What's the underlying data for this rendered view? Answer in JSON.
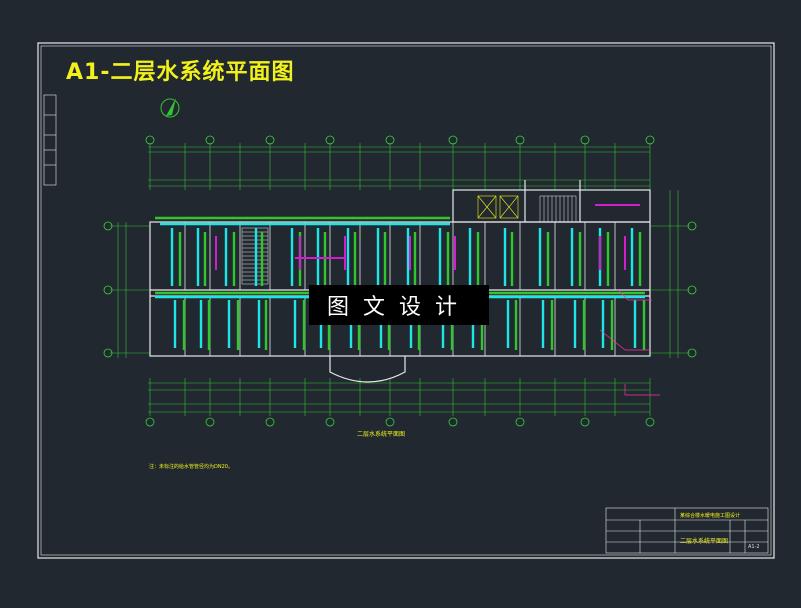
{
  "drawing": {
    "title": "A1-二层水系统平面图",
    "watermark": "图文设计",
    "plan_caption": "二层水系统平面图",
    "note": "注：未标注的给水管管径均为DN20。",
    "titleblock_name": "二层水系统平面图",
    "titleblock_project": "某综合楼水暖电施工图设计",
    "sheet_no": "A1-2"
  },
  "colors": {
    "background": "#212830",
    "frame": "#e8e8e8",
    "dimension": "#35c435",
    "wall": "#e8e8e8",
    "axis": "#3bd13b",
    "cold_water_pipe": "#1ee6e6",
    "hot_water_pipe": "#2ec82e",
    "drain_pipe": "#d01ed0",
    "text": "#f2f21a",
    "leader": "#ff2fa4",
    "watermark_bg": "#000000"
  },
  "icons": [
    "north-arrow-icon",
    "axis-bubble-icon"
  ]
}
